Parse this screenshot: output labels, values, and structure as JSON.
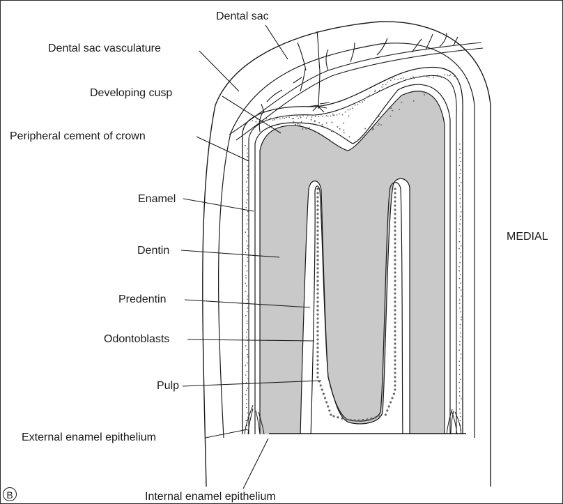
{
  "figure": {
    "panel_marker": "B",
    "orientation_label": "MEDIAL",
    "labels": {
      "dental_sac": "Dental sac",
      "dental_sac_vasculature": "Dental sac vasculature",
      "developing_cusp": "Developing cusp",
      "peripheral_cement": "Peripheral cement of crown",
      "enamel": "Enamel",
      "dentin": "Dentin",
      "predentin": "Predentin",
      "odontoblasts": "Odontoblasts",
      "pulp": "Pulp",
      "external_enamel_epithelium": "External enamel epithelium",
      "internal_enamel_epithelium": "Internal enamel epithelium"
    }
  },
  "colors": {
    "line": "#1a1a1a",
    "dentin_fill": "#c9c9c9",
    "dot": "#6a6a6a",
    "background": "#ffffff"
  }
}
